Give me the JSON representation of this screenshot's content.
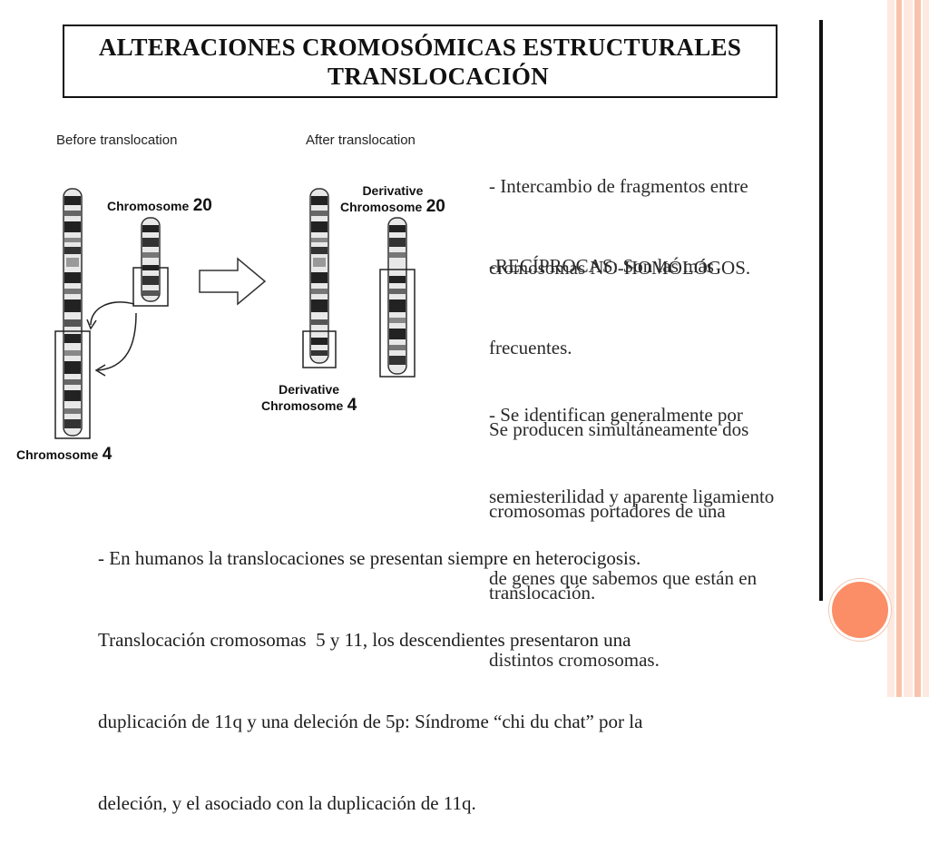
{
  "slide": {
    "title_line1": "ALTERACIONES CROMOSÓMICAS ESTRUCTURALES",
    "title_line2": "TRANSLOCACIÓN"
  },
  "figure": {
    "before_label": "Before translocation",
    "after_label": "After translocation",
    "chromosome20_label": "Chromosome",
    "chromosome20_number": "20",
    "chromosome4_label": "Chromosome",
    "chromosome4_number": "4",
    "derivative20_line1": "Derivative",
    "derivative20_line2": "Chromosome",
    "derivative20_number": "20",
    "derivative4_line1": "Derivative",
    "derivative4_line2": "Chromosome",
    "derivative4_number": "4"
  },
  "text": {
    "p1_line1": "- Intercambio de fragmentos entre",
    "p1_line2": "cromosomas NO-HOMÓLOGOS.",
    "p2_line1": "-RECÍPROCAS: Son las más",
    "p2_line2": "frecuentes.",
    "p2_line3": "Se producen simultáneamente dos",
    "p2_line4": "cromosomas portadores de una",
    "p2_line5": "translocación.",
    "p3_line1": "- Se identifican generalmente por",
    "p3_line2": "semiesterilidad y aparente ligamiento",
    "p3_line3": "de genes que sabemos que están en",
    "p3_line4": "distintos cromosomas.",
    "bottom_line1": "- En humanos la translocaciones se presentan siempre en heterocigosis.",
    "bottom_line2": "Translocación cromosomas  5 y 11, los descendientes presentaron una",
    "bottom_line3": "duplicación de 11q y una deleción de 5p: Síndrome “chi du chat” por la",
    "bottom_line4": "deleción, y el asociado con la duplicación de 11q."
  },
  "colors": {
    "accent_circle": "#fb8e66",
    "stripe_light": "#fbe0d4",
    "stripe_mid": "#f7bca4"
  }
}
